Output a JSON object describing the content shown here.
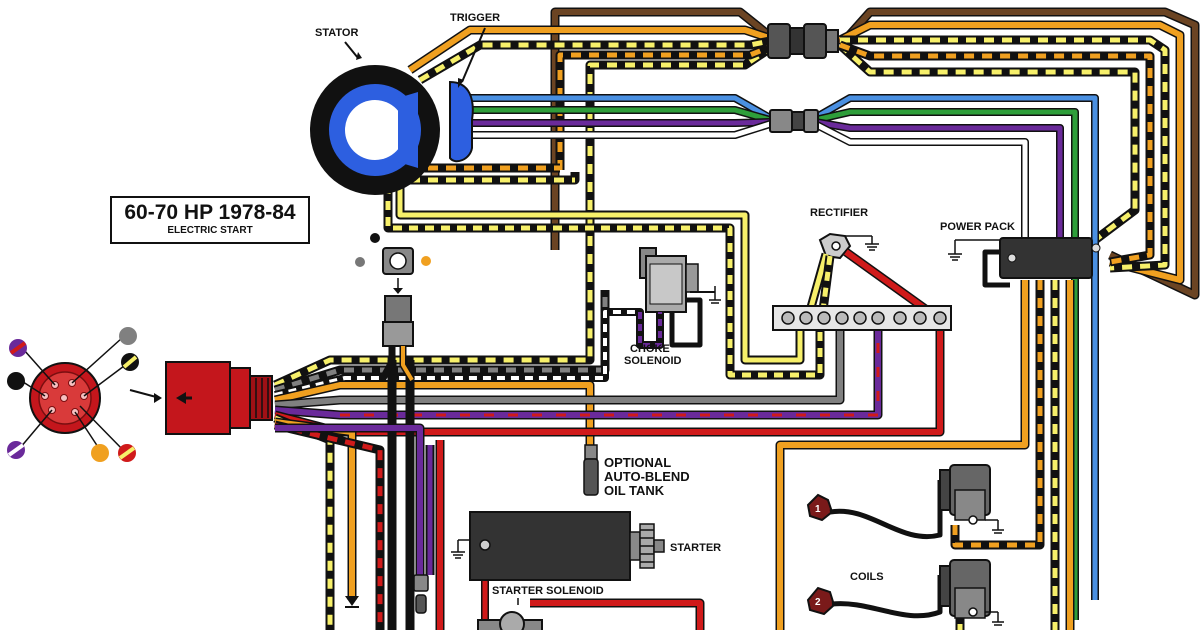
{
  "title": {
    "main": "60-70 HP 1978-84",
    "sub": "ELECTRIC START"
  },
  "labels": {
    "stator": "STATOR",
    "trigger": "TRIGGER",
    "rectifier": "RECTIFIER",
    "power_pack": "POWER PACK",
    "choke_solenoid_1": "CHOKE",
    "choke_solenoid_2": "SOLENOID",
    "optional_1": "OPTIONAL",
    "optional_2": "AUTO-BLEND",
    "optional_3": "OIL TANK",
    "starter": "STARTER",
    "starter_solenoid": "STARTER SOLENOID",
    "coils": "COILS",
    "coil_1": "1",
    "coil_2": "2"
  },
  "colors": {
    "black": "#111111",
    "brown": "#5a3a1a",
    "orange": "#f0a020",
    "yellow": "#f7f06a",
    "blue": "#4a90e2",
    "green": "#2e9e3a",
    "purple": "#6a2a9a",
    "white": "#ffffff",
    "gray": "#808080",
    "red": "#d01a1a",
    "connector_red": "#c4161c",
    "stator_blue": "#2d5fe0"
  }
}
